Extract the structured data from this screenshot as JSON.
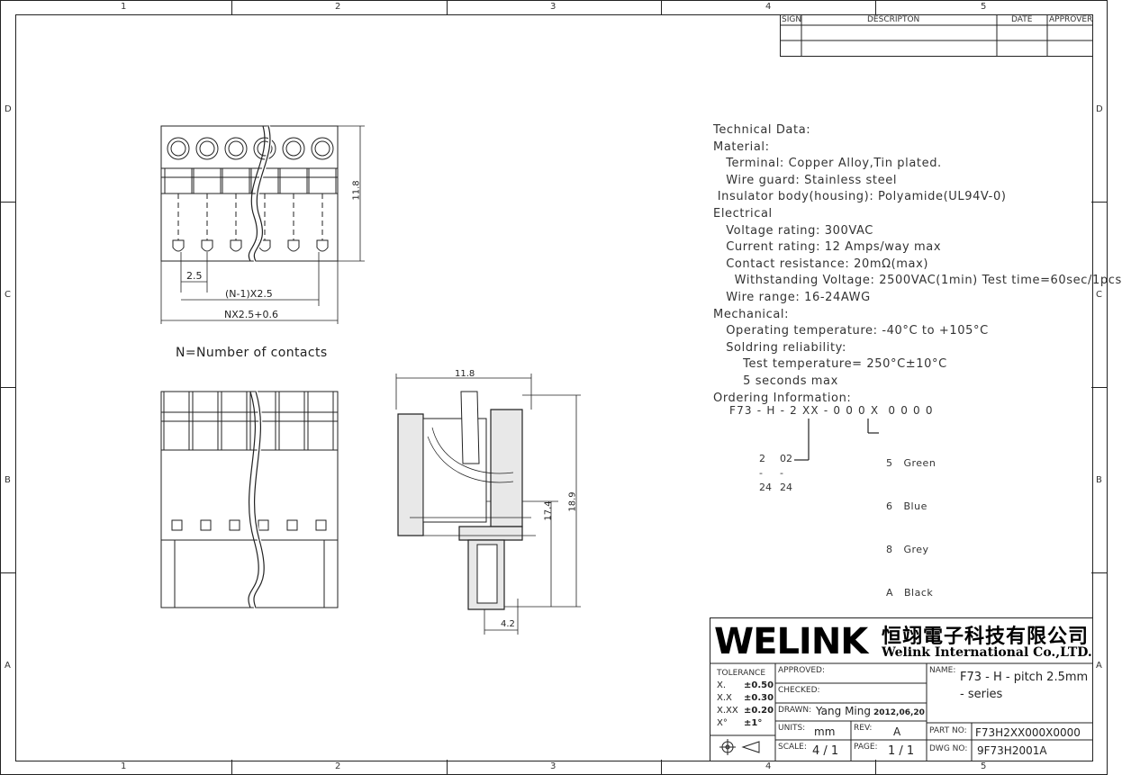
{
  "zones": {
    "top": [
      "1",
      "2",
      "3",
      "4",
      "5"
    ],
    "bottom": [
      "1",
      "2",
      "3",
      "4",
      "5"
    ],
    "left": [
      "D",
      "C",
      "B",
      "A"
    ],
    "right": [
      "D",
      "C",
      "B",
      "A"
    ]
  },
  "revision_table": {
    "sign": "SIGN",
    "description": "DESCRIPTON",
    "date": "DATE",
    "approver": "APPROVER"
  },
  "dimensions": {
    "height_front": "11.8",
    "pitch": "2.5",
    "n1_pitch": "(N-1)X2.5",
    "overall": "NX2.5+0.6",
    "side_width": "11.8",
    "side_h1": "17.4",
    "side_h2": "18.9",
    "pin_offset": "4.2"
  },
  "note": "N=Number of contacts",
  "technical": [
    "Technical Data:",
    "Material:",
    "   Terminal: Copper Alloy,Tin plated.",
    "   Wire guard: Stainless steel",
    " Insulator body(housing): Polyamide(UL94V-0)",
    "Electrical",
    "   Voltage rating: 300VAC",
    "   Current rating: 12 Amps/way max",
    "   Contact resistance: 20mΩ(max)",
    "     Withstanding Voltage: 2500VAC(1min) Test time=60sec/1pcs",
    "   Wire range: 16-24AWG",
    "Mechanical:",
    "   Operating temperature: -40°C to +105°C",
    "   Soldring reliability:",
    "       Test temperature= 250°C±10°C",
    "       5 seconds max",
    "Ordering Information:"
  ],
  "ordering": {
    "code": "F73 - H - 2 XX - 0 0 0 X  0 0 0 0",
    "pins_a": [
      "2",
      "-",
      "24"
    ],
    "pins_b": [
      "02",
      "-",
      "24"
    ],
    "colors": [
      "5   Green",
      "6   Blue",
      "8   Grey",
      "A   Black"
    ]
  },
  "title_block": {
    "logo": "WELINK",
    "company_cn": "恒翊電子科技有限公司",
    "company_en": "Welink International Co.,LTD.",
    "tolerance_label": "TOLERANCE",
    "tolerances": [
      [
        "X.",
        "±0.50"
      ],
      [
        "X.X",
        "±0.30"
      ],
      [
        "X.XX",
        "±0.20"
      ],
      [
        "X°",
        "±1°"
      ]
    ],
    "approved_label": "APPROVED:",
    "checked_label": "CHECKED:",
    "drawn_label": "DRAWN:",
    "drawn_by": "Yang Ming",
    "drawn_date": "2012,06,20",
    "units_label": "UNITS:",
    "units": "mm",
    "rev_label": "REV:",
    "rev": "A",
    "scale_label": "SCALE:",
    "scale": "4 / 1",
    "page_label": "PAGE:",
    "page": "1 / 1",
    "name_label": "NAME:",
    "name_line1": "F73 - H - pitch 2.5mm",
    "name_line2": "- series",
    "part_label": "PART NO:",
    "part_no": "F73H2XX000X0000",
    "dwg_label": "DWG NO:",
    "dwg_no": "9F73H2001A"
  }
}
